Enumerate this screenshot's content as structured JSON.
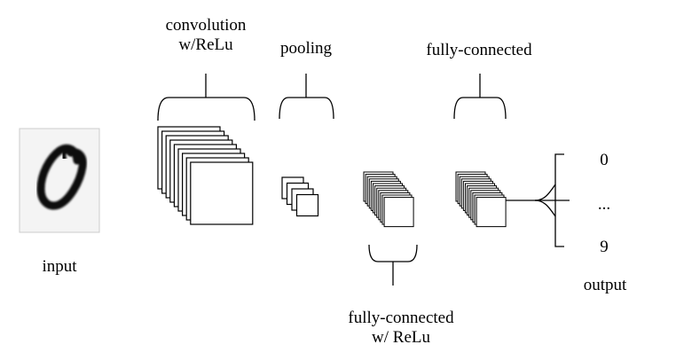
{
  "labels": {
    "conv_line1": "convolution",
    "conv_line2": "w/ReLu",
    "pooling": "pooling",
    "fc_top": "fully-connected",
    "input": "input",
    "fc_bottom_line1": "fully-connected",
    "fc_bottom_line2": "w/ ReLu",
    "output_top": "0",
    "output_mid": "...",
    "output_bottom": "9",
    "output": "output"
  },
  "colors": {
    "stroke": "#000000",
    "fill": "#ffffff",
    "input_bg": "#f4f4f4",
    "input_border": "#cccccc"
  },
  "icons": {
    "input_image": "handwritten-digit-zero"
  }
}
